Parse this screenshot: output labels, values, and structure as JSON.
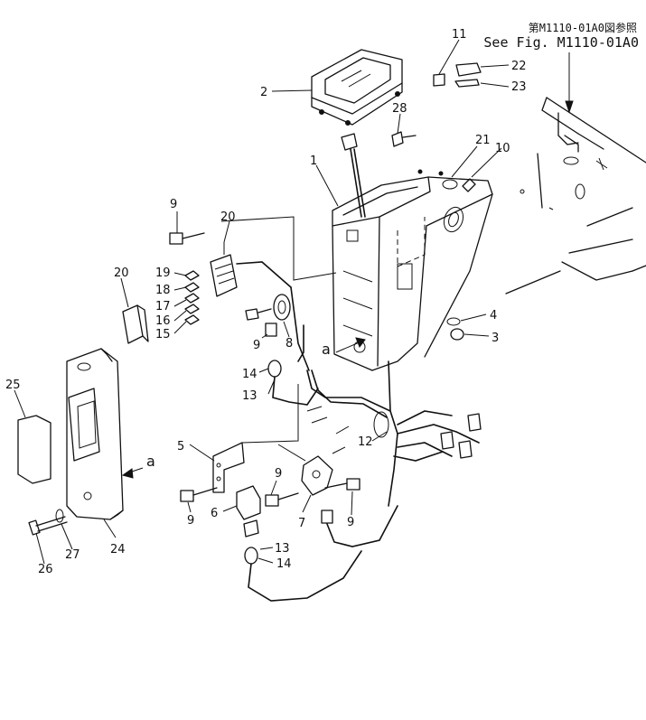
{
  "reference": {
    "jp": "第M1110-01A0図参照",
    "en": "See Fig. M1110-01A0"
  },
  "callouts": [
    {
      "id": "c1",
      "text": "1"
    },
    {
      "id": "c2",
      "text": "2"
    },
    {
      "id": "c3",
      "text": "3"
    },
    {
      "id": "c4",
      "text": "4"
    },
    {
      "id": "c5",
      "text": "5"
    },
    {
      "id": "c6",
      "text": "6"
    },
    {
      "id": "c7",
      "text": "7"
    },
    {
      "id": "c8",
      "text": "8"
    },
    {
      "id": "c9a",
      "text": "9"
    },
    {
      "id": "c9b",
      "text": "9"
    },
    {
      "id": "c9c",
      "text": "9"
    },
    {
      "id": "c9d",
      "text": "9"
    },
    {
      "id": "c9e",
      "text": "9"
    },
    {
      "id": "c10",
      "text": "10"
    },
    {
      "id": "c11",
      "text": "11"
    },
    {
      "id": "c12",
      "text": "12"
    },
    {
      "id": "c13a",
      "text": "13"
    },
    {
      "id": "c13b",
      "text": "13"
    },
    {
      "id": "c14a",
      "text": "14"
    },
    {
      "id": "c14b",
      "text": "14"
    },
    {
      "id": "c15",
      "text": "15"
    },
    {
      "id": "c16",
      "text": "16"
    },
    {
      "id": "c17",
      "text": "17"
    },
    {
      "id": "c18",
      "text": "18"
    },
    {
      "id": "c19",
      "text": "19"
    },
    {
      "id": "c20a",
      "text": "20"
    },
    {
      "id": "c20b",
      "text": "20"
    },
    {
      "id": "c21",
      "text": "21"
    },
    {
      "id": "c22",
      "text": "22"
    },
    {
      "id": "c23",
      "text": "23"
    },
    {
      "id": "c24",
      "text": "24"
    },
    {
      "id": "c25",
      "text": "25"
    },
    {
      "id": "c26",
      "text": "26"
    },
    {
      "id": "c27",
      "text": "27"
    },
    {
      "id": "c28",
      "text": "28"
    },
    {
      "id": "va1",
      "text": "a"
    },
    {
      "id": "va2",
      "text": "a"
    }
  ]
}
